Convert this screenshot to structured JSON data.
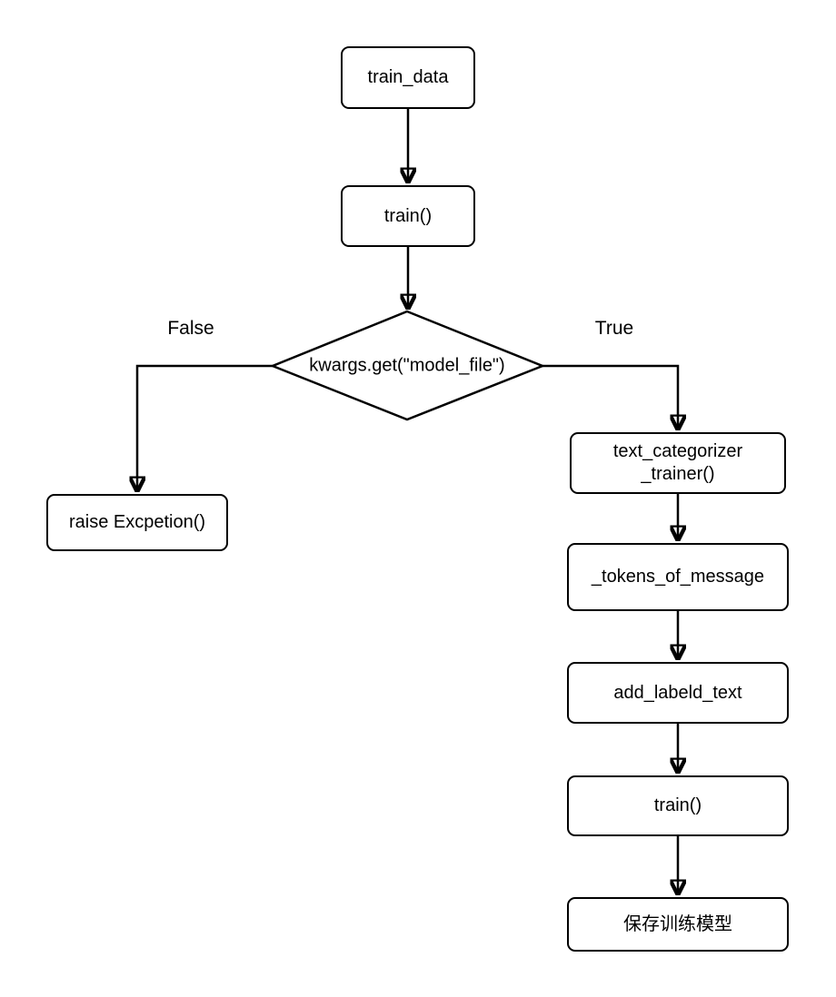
{
  "diagram": {
    "type": "flowchart",
    "background": "#ffffff"
  },
  "nodes": {
    "train_data": {
      "label": "train_data",
      "shape": "rounded-rect"
    },
    "train": {
      "label": "train()",
      "shape": "rounded-rect"
    },
    "decision": {
      "label": "kwargs.get(\"model_file\")",
      "shape": "diamond"
    },
    "raise_exception": {
      "label": "raise Excpetion()",
      "shape": "rounded-rect"
    },
    "text_categorizer_trainer": {
      "label": "text_categorizer\n_trainer()",
      "shape": "rounded-rect"
    },
    "tokens_of_message": {
      "label": "_tokens_of_message",
      "shape": "rounded-rect"
    },
    "add_labeld_text": {
      "label": "add_labeld_text",
      "shape": "rounded-rect"
    },
    "train_2": {
      "label": "train()",
      "shape": "rounded-rect"
    },
    "save_model": {
      "label": "保存训练模型",
      "shape": "rounded-rect"
    }
  },
  "edge_labels": {
    "false": "False",
    "true": "True"
  },
  "edges": [
    {
      "from": "train_data",
      "to": "train"
    },
    {
      "from": "train",
      "to": "decision"
    },
    {
      "from": "decision",
      "to": "raise_exception",
      "label": "False"
    },
    {
      "from": "decision",
      "to": "text_categorizer_trainer",
      "label": "True"
    },
    {
      "from": "text_categorizer_trainer",
      "to": "tokens_of_message"
    },
    {
      "from": "tokens_of_message",
      "to": "add_labeld_text"
    },
    {
      "from": "add_labeld_text",
      "to": "train_2"
    },
    {
      "from": "train_2",
      "to": "save_model"
    }
  ],
  "colors": {
    "stroke": "#000000",
    "node_fill": "#ffffff",
    "text": "#000000",
    "background": "#ffffff"
  }
}
